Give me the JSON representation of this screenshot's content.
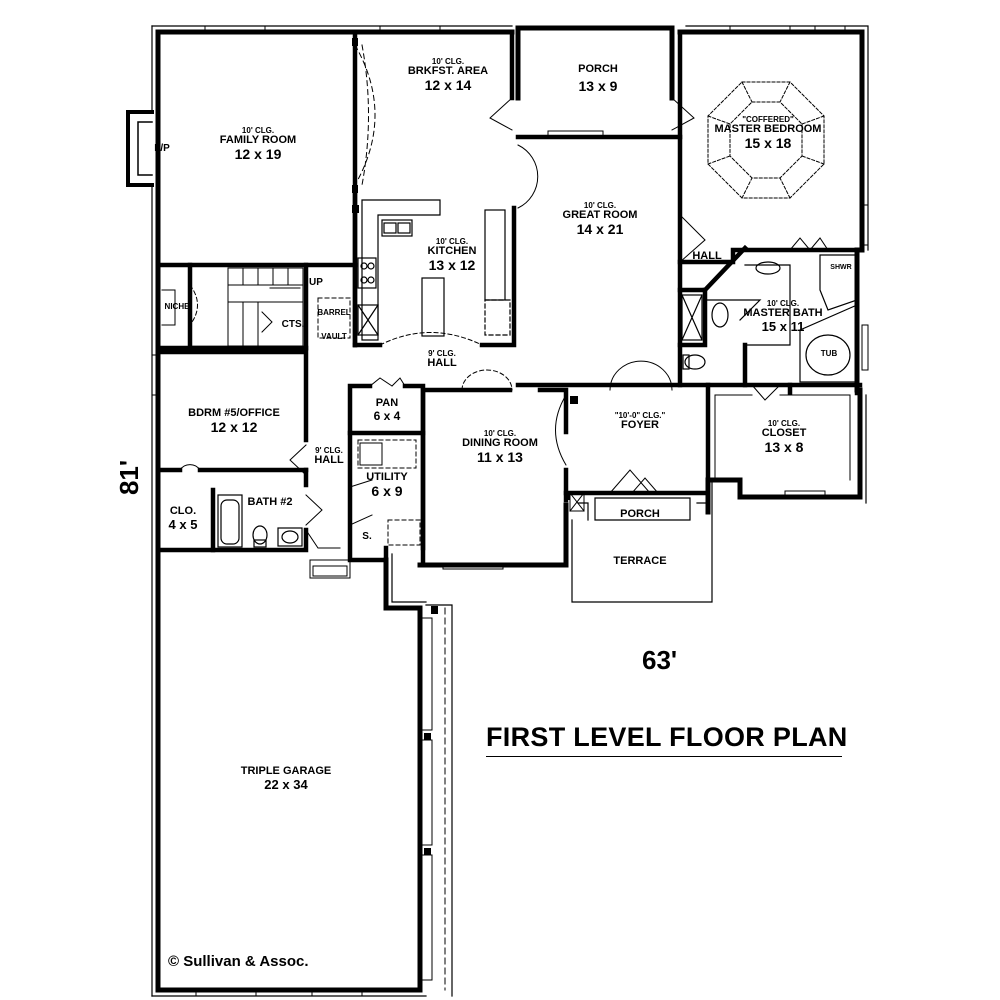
{
  "title": "FIRST LEVEL FLOOR PLAN",
  "copyright": "© Sullivan & Assoc.",
  "dimensions": {
    "width": "63'",
    "depth": "81'"
  },
  "rooms": {
    "brkfst": {
      "clg": "10' CLG.",
      "name": "BRKFST. AREA",
      "size": "12 x 14"
    },
    "porch_top": {
      "name": "PORCH",
      "size": "13 x 9"
    },
    "master_bedroom": {
      "clg": "\"COFFERED\"",
      "name": "MASTER BEDROOM",
      "size": "15 x 18"
    },
    "family": {
      "clg": "10' CLG.",
      "name": "FAMILY ROOM",
      "size": "12 x 19"
    },
    "fp": "F/P",
    "great": {
      "clg": "10' CLG.",
      "name": "GREAT ROOM",
      "size": "14 x 21"
    },
    "kitchen": {
      "clg": "10' CLG.",
      "name": "KITCHEN",
      "size": "13 x 12"
    },
    "hall_master": "HALL",
    "shwr": "SHWR",
    "up": "UP",
    "niche": "NICHE",
    "cts": "CTS.",
    "barrel": "BARREL",
    "vault": "VAULT",
    "master_bath": {
      "clg": "10' CLG.",
      "name": "MASTER BATH",
      "size": "15 x 11"
    },
    "tub": "TUB",
    "hall_center": {
      "clg": "9' CLG.",
      "name": "HALL"
    },
    "pan": {
      "name": "PAN",
      "size": "6 x 4"
    },
    "bdrm5": {
      "name": "BDRM #5/OFFICE",
      "size": "12 x 12"
    },
    "dining": {
      "clg": "10' CLG.",
      "name": "DINING ROOM",
      "size": "11 x 13"
    },
    "foyer": {
      "clg": "\"10'-0\" CLG.\"",
      "name": "FOYER"
    },
    "closet": {
      "clg": "10' CLG.",
      "name": "CLOSET",
      "size": "13 x 8"
    },
    "hall_left": {
      "clg": "9' CLG.",
      "name": "HALL"
    },
    "utility": {
      "name": "UTILITY",
      "size": "6 x 9"
    },
    "clo": {
      "name": "CLO.",
      "size": "4 x 5"
    },
    "bath2": "BATH #2",
    "s": "S.",
    "porch_front": "PORCH",
    "terrace": "TERRACE",
    "garage": {
      "name": "TRIPLE GARAGE",
      "size": "22 x 34"
    }
  }
}
